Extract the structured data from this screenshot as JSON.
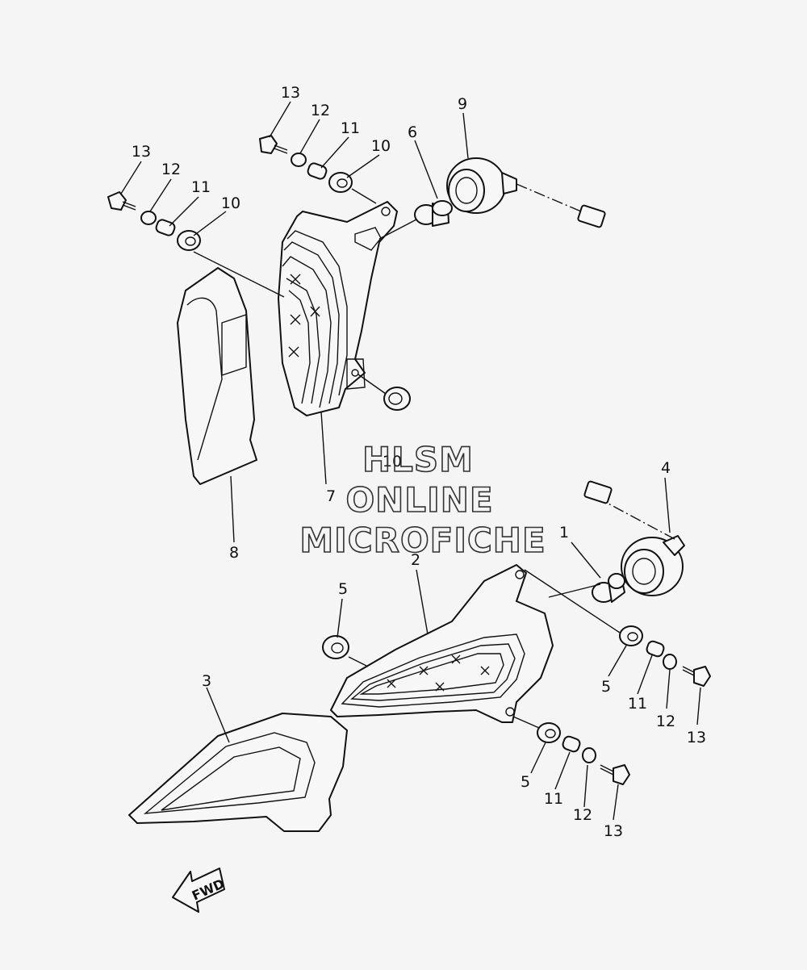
{
  "diagram": {
    "callouts": [
      {
        "id": "c13a",
        "label": "13"
      },
      {
        "id": "c12a",
        "label": "12"
      },
      {
        "id": "c11a",
        "label": "11"
      },
      {
        "id": "c10a",
        "label": "10"
      },
      {
        "id": "c13b",
        "label": "13"
      },
      {
        "id": "c12b",
        "label": "12"
      },
      {
        "id": "c11b",
        "label": "11"
      },
      {
        "id": "c10b",
        "label": "10"
      },
      {
        "id": "c6",
        "label": "6"
      },
      {
        "id": "c9",
        "label": "9"
      },
      {
        "id": "c10c",
        "label": "10"
      },
      {
        "id": "c7",
        "label": "7"
      },
      {
        "id": "c8",
        "label": "8"
      },
      {
        "id": "c4",
        "label": "4"
      },
      {
        "id": "c1",
        "label": "1"
      },
      {
        "id": "c2",
        "label": "2"
      },
      {
        "id": "c5a",
        "label": "5"
      },
      {
        "id": "c5b",
        "label": "5"
      },
      {
        "id": "c11c",
        "label": "11"
      },
      {
        "id": "c12c",
        "label": "12"
      },
      {
        "id": "c13c",
        "label": "13"
      },
      {
        "id": "c3",
        "label": "3"
      },
      {
        "id": "c5c",
        "label": "5"
      },
      {
        "id": "c11d",
        "label": "11"
      },
      {
        "id": "c12d",
        "label": "12"
      },
      {
        "id": "c13d",
        "label": "13"
      }
    ],
    "watermark": {
      "line1": "HLSM",
      "line2": "ONLINE",
      "line3": "MICROFICHE"
    },
    "direction_label": "FWD"
  }
}
